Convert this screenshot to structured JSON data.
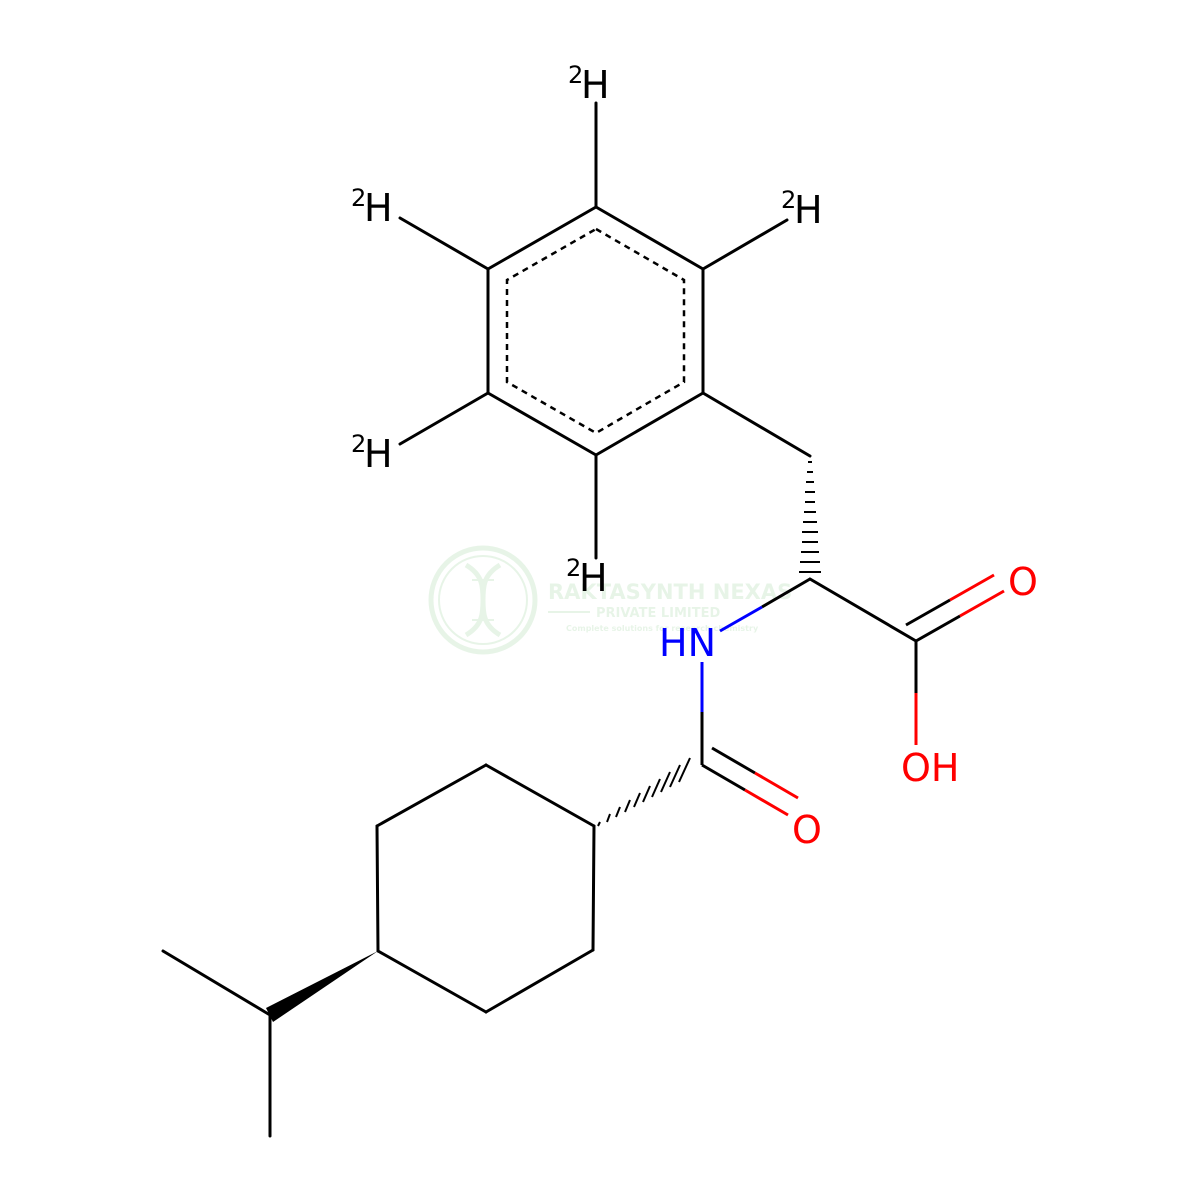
{
  "molecule": {
    "atoms": {
      "d_top": {
        "iso": "2",
        "symbol": "H"
      },
      "d_upper_left": {
        "iso": "2",
        "symbol": "H"
      },
      "d_upper_right": {
        "iso": "2",
        "symbol": "H"
      },
      "d_lower_left": {
        "iso": "2",
        "symbol": "H"
      },
      "d_bottom": {
        "iso": "2",
        "symbol": "H"
      },
      "amide_nh": "HN",
      "acid_carbonyl_o": "O",
      "acid_oh": "OH",
      "amide_carbonyl_o": "O"
    },
    "colors": {
      "bond": "#000000",
      "nitrogen": "#0000ff",
      "oxygen": "#ff0000"
    }
  },
  "watermark": {
    "line1": "RAKTASYNTH NEXAS",
    "line2": "PRIVATE LIMITED",
    "line3": "Complete solutions for research chemistry",
    "color": "#4caf50",
    "logo_icon": "dna-helix-icon"
  }
}
